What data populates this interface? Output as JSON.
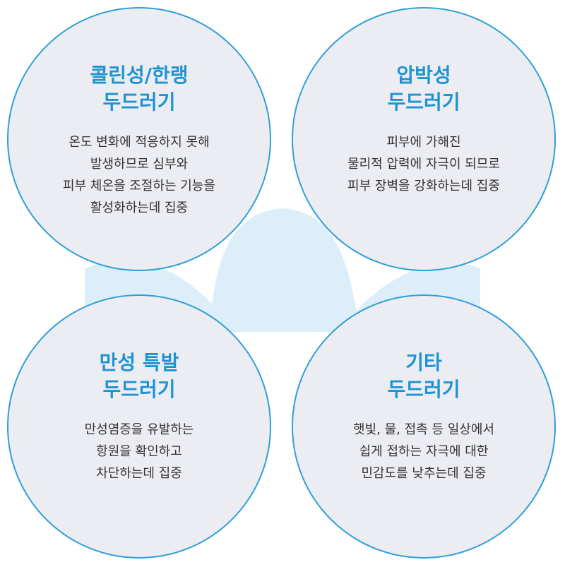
{
  "colors": {
    "accent": "#1e93d3",
    "circle_border": "#2f9fd8",
    "circle_fill": "#ecedf2",
    "connector": "#dceef9",
    "text": "#333333"
  },
  "circles": [
    {
      "title": [
        "콜린성/한랭",
        "두드러기"
      ],
      "desc": [
        "온도 변화에 적응하지 못해",
        "발생하므로 심부와",
        "피부 체온을 조절하는 기능을",
        "활성화하는데 집중"
      ]
    },
    {
      "title": [
        "압박성",
        "두드러기"
      ],
      "desc": [
        "피부에 가해진",
        "물리적 압력에 자극이 되므로",
        "피부 장벽을 강화하는데 집중"
      ]
    },
    {
      "title": [
        "만성 특발",
        "두드러기"
      ],
      "desc": [
        "만성염증을 유발하는",
        "항원을 확인하고",
        "차단하는데 집중"
      ]
    },
    {
      "title": [
        "기타",
        "두드러기"
      ],
      "desc": [
        "햇빛, 물, 접촉 등 일상에서",
        "쉽게 접하는 자극에 대한",
        "민감도를 낮추는데 집중"
      ]
    }
  ]
}
